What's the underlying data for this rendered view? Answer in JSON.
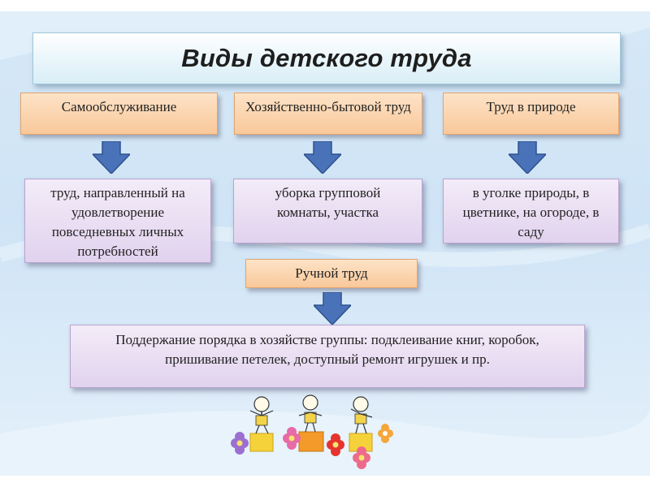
{
  "title": "Виды детского труда",
  "categories": [
    {
      "label": "Самообслуживание",
      "description": "труд, направленный на удовлетворение повседневных личных потребностей"
    },
    {
      "label": "Хозяйственно-бытовой труд",
      "description": "уборка групповой комнаты, участка"
    },
    {
      "label": "Труд в природе",
      "description": "в уголке природы, в цветнике, на огороде, в саду"
    },
    {
      "label": "Ручной труд",
      "description": "Поддержание порядка в хозяйстве группы: подклеивание книг, коробок, пришивание петелек, доступный ремонт игрушек и пр."
    }
  ],
  "colors": {
    "category_fill": "#f9c89a",
    "description_fill": "#e1d2ee",
    "arrow": "#4a72b8",
    "background": "#d6e8f7"
  }
}
